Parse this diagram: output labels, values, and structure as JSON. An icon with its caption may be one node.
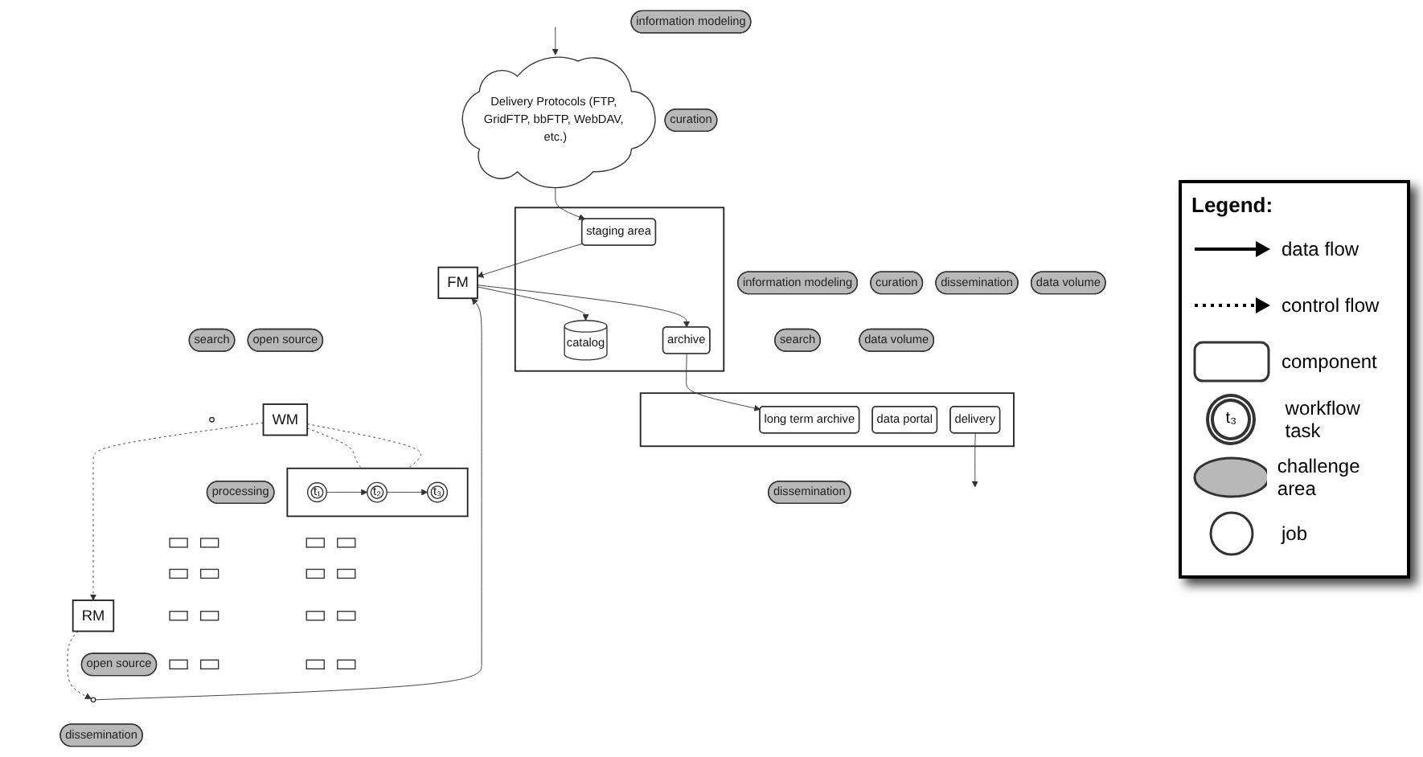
{
  "diagram": {
    "nodes": [
      {
        "text": [
          "information modeling"
        ]
      },
      {
        "text": [
          "curation"
        ]
      },
      {
        "text": [],
        "shape": "box"
      },
      {
        "text": [
          "staging area"
        ],
        "in": 2
      },
      {
        "text": [
          "archive"
        ],
        "in": 2
      },
      {
        "text": [
          "catalog"
        ],
        "in": 2
      },
      {
        "text": [
          "data volume"
        ]
      },
      {
        "text": [
          "information modeling"
        ]
      },
      {
        "text": [
          "curation"
        ]
      },
      {
        "text": [
          "search"
        ]
      },
      {
        "text": [
          "data volume"
        ]
      },
      {
        "text": [],
        "shape": "box"
      },
      {
        "text": [
          "long term archive"
        ],
        "in": 11
      },
      {
        "text": [
          "data portal"
        ],
        "in": 11
      },
      {
        "text": [
          "delivery"
        ],
        "in": 11
      },
      {
        "text": [
          "dissemination"
        ]
      },
      {
        "text": [
          "dissemination"
        ]
      },
      {
        "text": [
          "Delivery Protocols (FTP, GridFTP, bbFTP, WebDAV, etc.)"
        ]
      },
      {
        "text": [
          "FM"
        ]
      },
      {
        "text": [
          "search"
        ]
      },
      {
        "text": [],
        "shape": "circle"
      },
      {
        "text": [
          "RM"
        ]
      },
      {
        "text": [
          "open source"
        ]
      },
      {
        "text": [
          "open source"
        ]
      },
      {
        "text": [
          "WM"
        ]
      },
      {
        "text": [
          "processing"
        ]
      },
      {
        "text": [],
        "shape": "box"
      },
      {
        "text": [
          "t₁"
        ],
        "in": 26
      },
      {
        "text": [
          "t₂"
        ],
        "in": 26
      },
      {
        "text": [
          "t₃"
        ],
        "in": 26
      },
      {
        "text": [],
        "shape": "box"
      },
      {
        "text": [],
        "shape": "box"
      },
      {
        "text": [],
        "shape": "box"
      },
      {
        "text": [],
        "shape": "box"
      },
      {
        "text": [],
        "shape": "box"
      },
      {
        "text": [],
        "shape": "box"
      },
      {
        "text": [],
        "shape": "box"
      },
      {
        "text": [],
        "shape": "box"
      },
      {
        "text": [],
        "shape": "box"
      },
      {
        "text": [],
        "shape": "box"
      },
      {
        "text": [],
        "shape": "box"
      },
      {
        "text": [],
        "shape": "box"
      },
      {
        "text": [],
        "shape": "box"
      },
      {
        "text": [],
        "shape": "box"
      },
      {
        "text": [],
        "shape": "box"
      },
      {
        "text": [],
        "shape": "box"
      },
      {
        "text": [],
        "shape": "circle"
      },
      {
        "text": [
          "dissemination"
        ]
      }
    ],
    "edges": [
      {
        "from": 17,
        "to": 3,
        "arrow": "to"
      },
      {
        "from": 3,
        "to": 18,
        "arrow": "to"
      },
      {
        "from": 18,
        "to": 5,
        "arrow": "to"
      },
      {
        "from": 18,
        "to": 4,
        "arrow": "to"
      },
      {
        "from": 4,
        "to": 12,
        "arrow": "to"
      },
      {
        "from": 14,
        "to": null,
        "arrow": "to"
      },
      {
        "from": null,
        "to": 17,
        "arrow": "to"
      },
      {
        "from": 46,
        "to": 18,
        "arrow": "to"
      },
      {
        "from": 24,
        "to": 21,
        "arrow": "to",
        "style": "dashed"
      },
      {
        "from": 21,
        "to": 46,
        "arrow": "to",
        "style": "dashed"
      },
      {
        "from": 24,
        "to": 26,
        "arrow": "none",
        "style": "dashed"
      },
      {
        "from": 24,
        "to": 26,
        "arrow": "none",
        "style": "dashed"
      },
      {
        "from": 27,
        "to": 28,
        "arrow": "to"
      },
      {
        "from": 28,
        "to": 29,
        "arrow": "to"
      }
    ],
    "labels": [
      "Legend:",
      "t₃"
    ],
    "legend": [
      {
        "text": "data flow"
      },
      {
        "text": "control flow"
      },
      {
        "text": "component"
      },
      {
        "text": "workflow task"
      },
      {
        "text": "challenge area"
      },
      {
        "text": "job"
      }
    ]
  }
}
